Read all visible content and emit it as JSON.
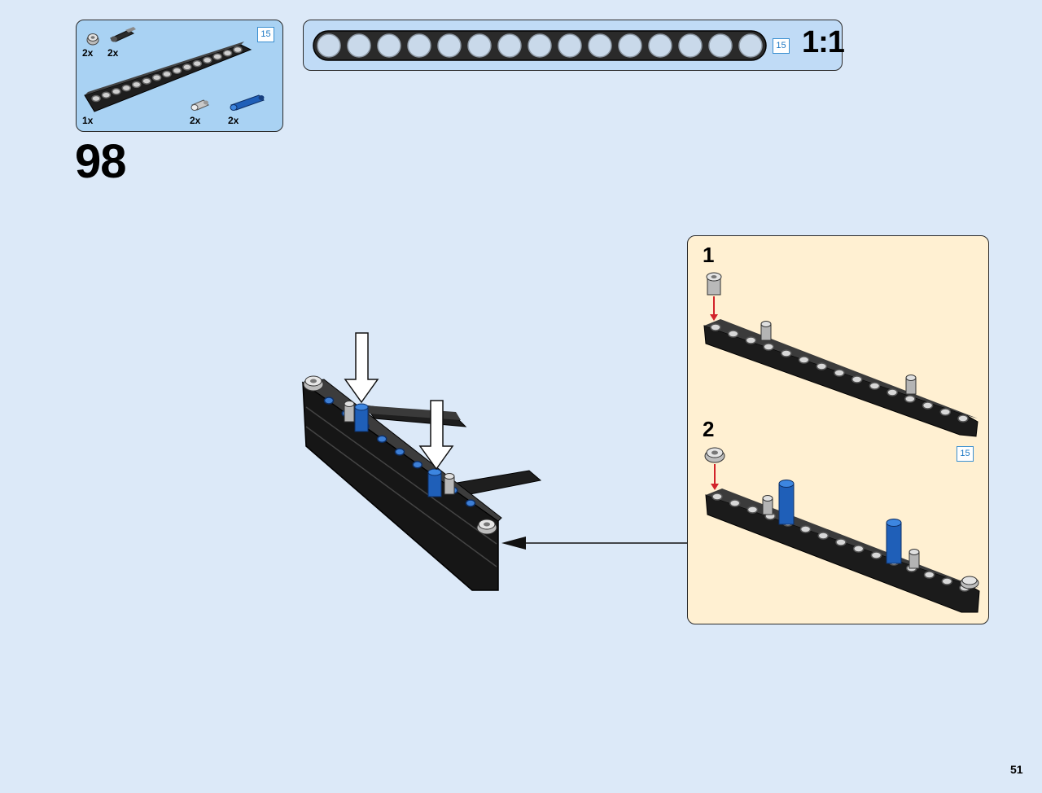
{
  "parts_list": {
    "items": [
      {
        "icon": "friction-pin-icon",
        "qty": "2x"
      },
      {
        "icon": "axle-pin-icon",
        "qty": "2x"
      },
      {
        "icon": "beam-15-icon",
        "qty": "1x"
      },
      {
        "icon": "bush-pin-icon",
        "qty": "2x"
      },
      {
        "icon": "blue-long-pin-icon",
        "qty": "2x"
      }
    ],
    "length_badge": "15"
  },
  "scale_bar": {
    "holes": 15,
    "length_badge": "15",
    "scale_label": "1:1"
  },
  "step_number": "98",
  "sub_assembly": {
    "step1_label": "1",
    "step2_label": "2",
    "length_badge": "15"
  },
  "page_number": "51",
  "colors": {
    "page_background": "#dce9f8",
    "parts_panel": "#a9d2f3",
    "sub_panel": "#fff0d2",
    "beam": "#1c1c1c",
    "pin_blue": "#1f5fb8",
    "arrow_red": "#d2232a",
    "badge_blue": "#1b77c3"
  }
}
